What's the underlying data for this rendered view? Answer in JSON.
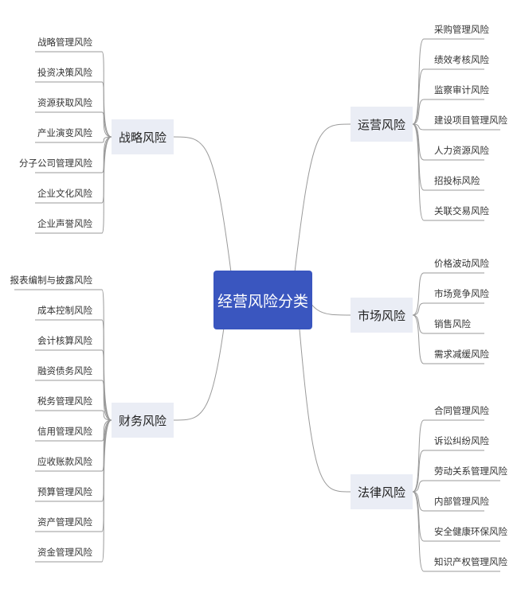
{
  "root": {
    "label": "经营风险分类"
  },
  "branches": {
    "strategy": {
      "label": "战略风险",
      "items": [
        "战略管理风险",
        "投资决策风险",
        "资源获取风险",
        "产业演变风险",
        "分子公司管理风险",
        "企业文化风险",
        "企业声誉风险"
      ]
    },
    "finance": {
      "label": "财务风险",
      "items": [
        "报表编制与披露风险",
        "成本控制风险",
        "会计核算风险",
        "融资债务风险",
        "税务管理风险",
        "信用管理风险",
        "应收账款风险",
        "预算管理风险",
        "资产管理风险",
        "资金管理风险"
      ]
    },
    "operation": {
      "label": "运营风险",
      "items": [
        "采购管理风险",
        "绩效考核风险",
        "监察审计风险",
        "建设项目管理风险",
        "人力资源风险",
        "招投标风险",
        "关联交易风险"
      ]
    },
    "market": {
      "label": "市场风险",
      "items": [
        "价格波动风险",
        "市场竞争风险",
        "销售风险",
        "需求减缓风险"
      ]
    },
    "legal": {
      "label": "法律风险",
      "items": [
        "合同管理风险",
        "诉讼纠纷风险",
        "劳动关系管理风险",
        "内部管理风险",
        "安全健康环保风险",
        "知识产权管理风险"
      ]
    }
  },
  "colors": {
    "root_fill": "#3a56bf",
    "branch_fill": "#eaedf5",
    "line": "#9a9a9a"
  }
}
